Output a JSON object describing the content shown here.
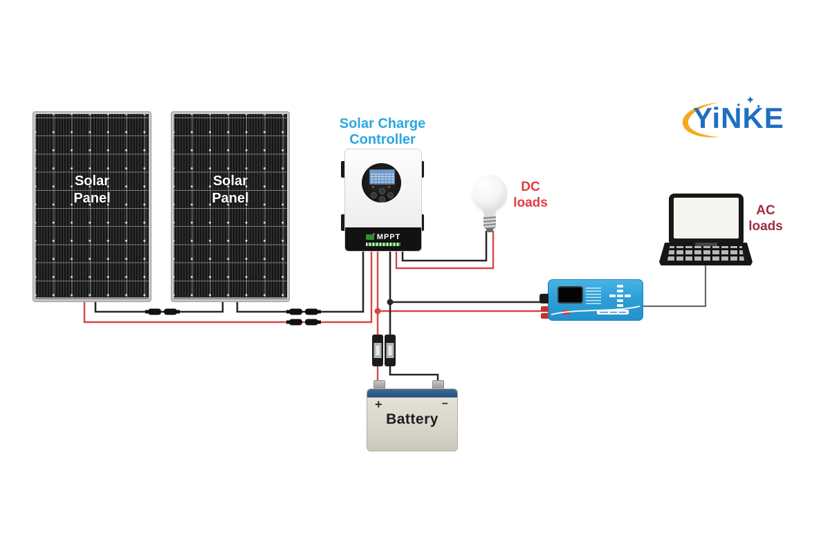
{
  "brand": {
    "name": "YiNKE",
    "sparkle": "✦"
  },
  "labels": {
    "controller": {
      "line1": "Solar Charge",
      "line2": "Controller"
    },
    "panel": {
      "line1": "Solar",
      "line2": "Panel"
    },
    "dc_loads": {
      "line1": "DC",
      "line2": "loads"
    },
    "ac_loads": {
      "line1": "AC",
      "line2": "loads"
    },
    "battery": {
      "name": "Battery",
      "plus": "+",
      "minus": "−"
    },
    "controller_badge": {
      "mppt": "MPPT"
    }
  },
  "colors": {
    "wire_red": "#d64545",
    "wire_black": "#272727",
    "wire_gray": "#6a6a6a",
    "label_cyan": "#2ba7e0",
    "label_red": "#e23a3f",
    "label_maroon": "#9c2f38",
    "brand_blue": "#1e6fc1",
    "brand_orange": "#f6a81f",
    "inverter_blue": "#2d9fd6",
    "battery_strip_blue": "#2f5d8a",
    "mppt_green": "#37962f"
  }
}
